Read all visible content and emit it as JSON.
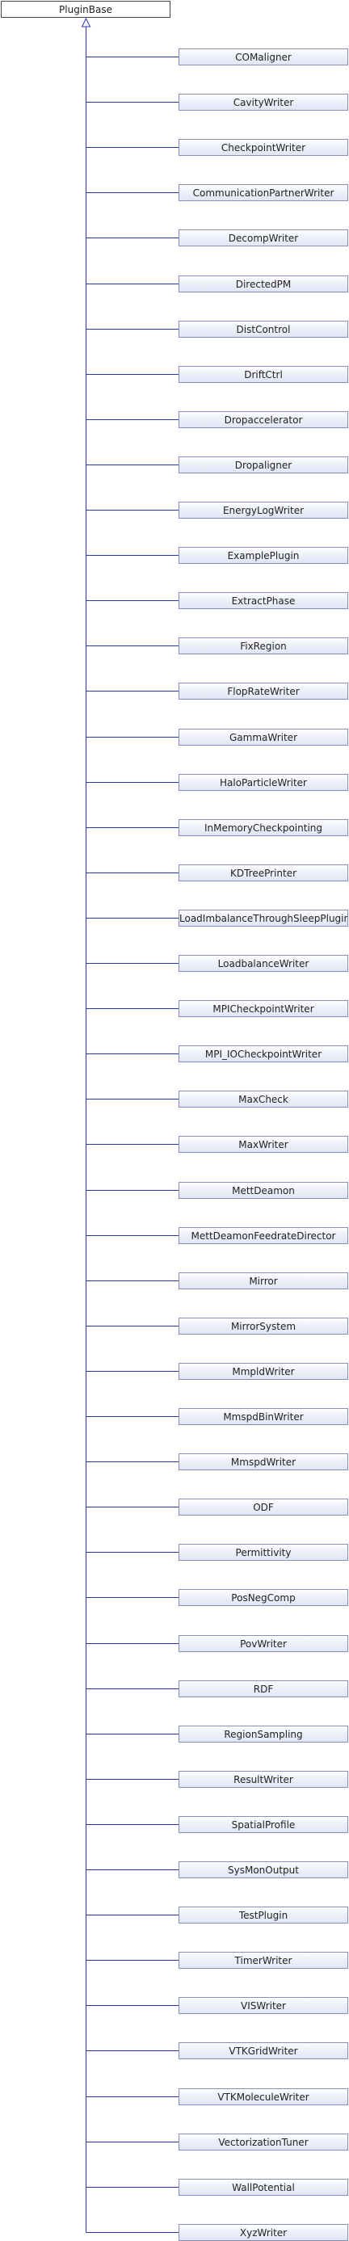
{
  "diagram": {
    "type": "class-inheritance",
    "colors": {
      "edge": "#2b36b0",
      "node_border": "#868ec0",
      "root_border": "#444444"
    },
    "root": {
      "label": "PluginBase"
    },
    "children": [
      {
        "label": "COMaligner"
      },
      {
        "label": "CavityWriter"
      },
      {
        "label": "CheckpointWriter"
      },
      {
        "label": "CommunicationPartnerWriter"
      },
      {
        "label": "DecompWriter"
      },
      {
        "label": "DirectedPM"
      },
      {
        "label": "DistControl"
      },
      {
        "label": "DriftCtrl"
      },
      {
        "label": "Dropaccelerator"
      },
      {
        "label": "Dropaligner"
      },
      {
        "label": "EnergyLogWriter"
      },
      {
        "label": "ExamplePlugin"
      },
      {
        "label": "ExtractPhase"
      },
      {
        "label": "FixRegion"
      },
      {
        "label": "FlopRateWriter"
      },
      {
        "label": "GammaWriter"
      },
      {
        "label": "HaloParticleWriter"
      },
      {
        "label": "InMemoryCheckpointing"
      },
      {
        "label": "KDTreePrinter"
      },
      {
        "label": "LoadImbalanceThroughSleepPlugin"
      },
      {
        "label": "LoadbalanceWriter"
      },
      {
        "label": "MPICheckpointWriter"
      },
      {
        "label": "MPI_IOCheckpointWriter"
      },
      {
        "label": "MaxCheck"
      },
      {
        "label": "MaxWriter"
      },
      {
        "label": "MettDeamon"
      },
      {
        "label": "MettDeamonFeedrateDirector"
      },
      {
        "label": "Mirror"
      },
      {
        "label": "MirrorSystem"
      },
      {
        "label": "MmpldWriter"
      },
      {
        "label": "MmspdBinWriter"
      },
      {
        "label": "MmspdWriter"
      },
      {
        "label": "ODF"
      },
      {
        "label": "Permittivity"
      },
      {
        "label": "PosNegComp"
      },
      {
        "label": "PovWriter"
      },
      {
        "label": "RDF"
      },
      {
        "label": "RegionSampling"
      },
      {
        "label": "ResultWriter"
      },
      {
        "label": "SpatialProfile"
      },
      {
        "label": "SysMonOutput"
      },
      {
        "label": "TestPlugin"
      },
      {
        "label": "TimerWriter"
      },
      {
        "label": "VISWriter"
      },
      {
        "label": "VTKGridWriter"
      },
      {
        "label": "VTKMoleculeWriter"
      },
      {
        "label": "VectorizationTuner"
      },
      {
        "label": "WallPotential"
      },
      {
        "label": "XyzWriter"
      }
    ]
  }
}
